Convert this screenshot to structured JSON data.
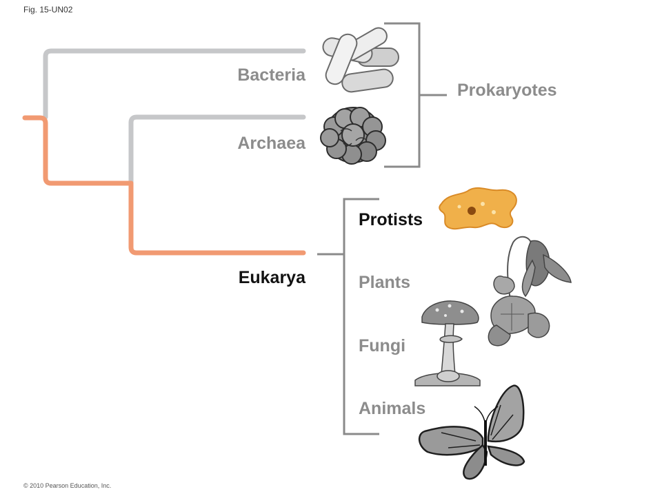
{
  "figure": {
    "id_label": "Fig. 15-UN02",
    "copyright": "© 2010 Pearson Education, Inc."
  },
  "tree": {
    "domains": {
      "bacteria": "Bacteria",
      "archaea": "Archaea",
      "eukarya": "Eukarya"
    },
    "groups": {
      "prokaryotes": "Prokaryotes"
    },
    "kingdoms": {
      "protists": "Protists",
      "plants": "Plants",
      "fungi": "Fungi",
      "animals": "Animals"
    }
  },
  "colors": {
    "gray_branch": "#c6c7c9",
    "orange_branch": "#f19a72",
    "bracket": "#8a8a8a",
    "label_gray": "#8c8c8c",
    "label_black": "#111111",
    "protist_fill": "#f0b04a",
    "illustration_gray": "#8f8f8f"
  }
}
